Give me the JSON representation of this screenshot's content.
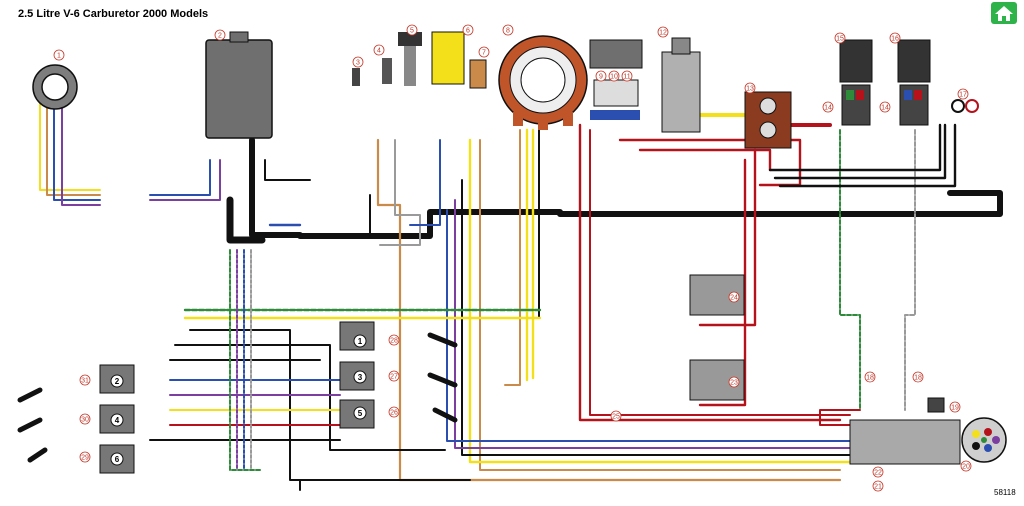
{
  "title": "2.5 Litre V-6 Carburetor 2000 Models",
  "drawing_id": "58118",
  "home_icon": "home-icon",
  "colors": {
    "callout": "#c0392b",
    "wire_black": "#111111",
    "wire_red": "#b5121b",
    "wire_yellow": "#f4e01a",
    "wire_green": "#2e8b3a",
    "wire_blue": "#2b4fb0",
    "wire_purple": "#7b3fa0",
    "wire_tan": "#c98a4a",
    "wire_white": "#ffffff",
    "wire_gray": "#9a9a9a",
    "home_bg": "#2eb34a"
  },
  "callouts": [
    "1",
    "2",
    "3",
    "4",
    "5",
    "6",
    "7",
    "8",
    "9",
    "10",
    "11",
    "12",
    "13",
    "14",
    "15",
    "14",
    "16",
    "17",
    "18",
    "18",
    "19",
    "20",
    "21",
    "22",
    "23",
    "24",
    "25",
    "26",
    "27",
    "28",
    "29",
    "30",
    "31"
  ],
  "cylinders": [
    "1",
    "2",
    "3",
    "4",
    "5",
    "6"
  ]
}
